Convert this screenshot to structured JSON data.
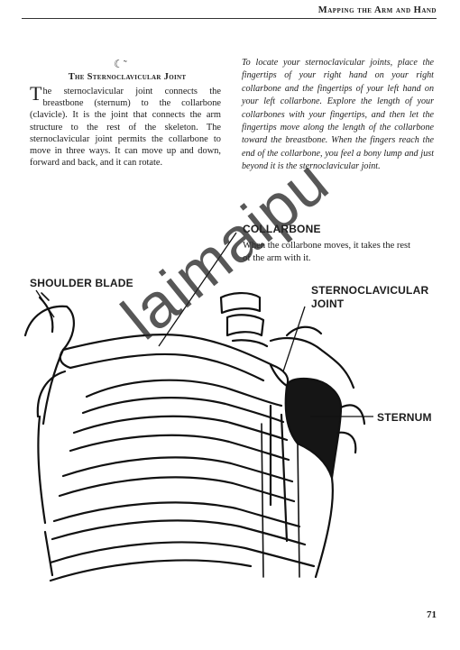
{
  "header": {
    "running_title": "Mapping the Arm and Hand"
  },
  "section": {
    "ornament": "☾˜",
    "title": "The Sternoclavicular Joint",
    "dropcap": "T",
    "body": "he sternoclavicular joint connects the breastbone (sternum) to the collarbone (clavicle). It is the joint that connects the arm structure to the rest of the skeleton. The sternoclavicular joint permits the collarbone to move in three ways. It can move up and down, forward and back, and it can rotate."
  },
  "side_note": "To locate your sternoclavicular joints, place the fingertips of your right hand on your right collarbone and the fingertips of your left hand on your left collarbone. Explore the length of your collarbones with your fingertips, and then let the fingertips move along the length of the collarbone toward the breastbone. When the fingers reach the end of the collarbone, you feel a bony lump and just beyond it is the sternoclavicular joint.",
  "figure": {
    "collarbone_label": "COLLARBONE",
    "collarbone_note": "When the collarbone moves, it takes the rest of the arm with it.",
    "shoulder_blade_label": "SHOULDER BLADE",
    "sternoclavicular_label": "STERNOCLAVICULAR JOINT",
    "sternum_label": "STERNUM",
    "watermark": "laimaipu"
  },
  "footer": {
    "page_number": "71"
  }
}
